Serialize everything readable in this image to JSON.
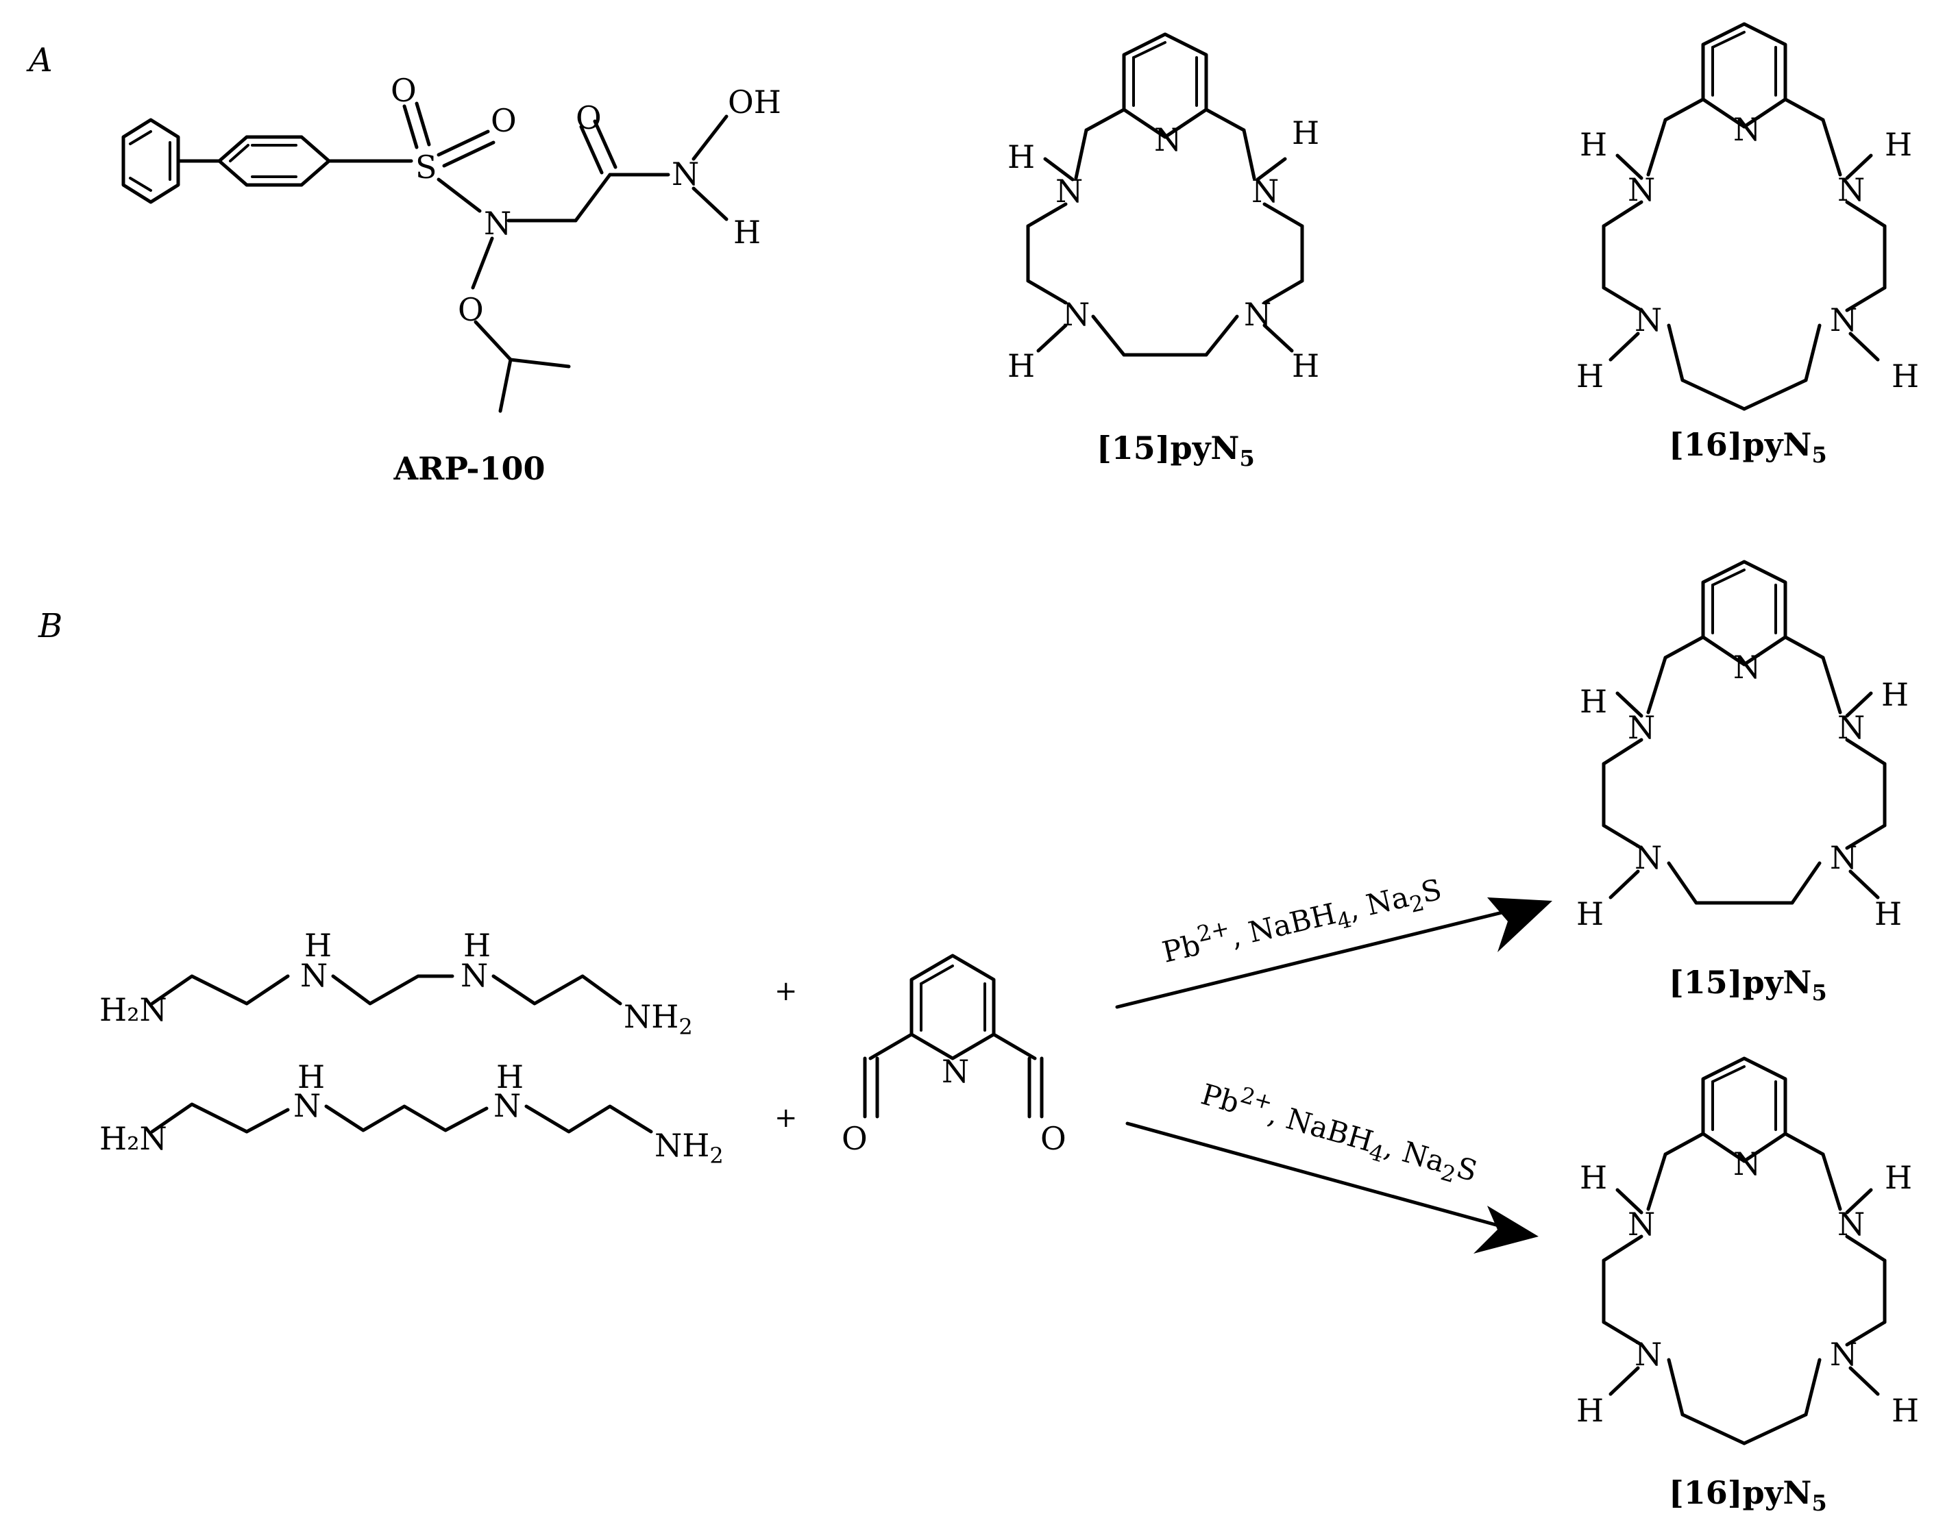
{
  "panels": {
    "a": "A",
    "b": "B"
  },
  "compounds": {
    "arp100": {
      "caption": "ARP-100",
      "atoms": {
        "o1": "O",
        "o2": "O",
        "s": "S",
        "n": "N",
        "o3": "O",
        "o4": "O",
        "n2": "N",
        "oh": "OH",
        "h": "H"
      }
    },
    "c15": {
      "caption_main": "[15]pyN",
      "caption_sub": "5"
    },
    "c16": {
      "caption_main": "[16]pyN",
      "caption_sub": "5"
    }
  },
  "atoms": {
    "N": "N",
    "H": "H",
    "O": "O",
    "H2N": "H₂N",
    "NH": "NH",
    "sub2": "2"
  },
  "scheme": {
    "plus": "+",
    "reagents": {
      "pb": "Pb",
      "pb_charge": "2+",
      "sep1": ", NaBH",
      "bh_sub": "4",
      "sep2": ", Na",
      "na_sub": "2",
      "s": "S"
    }
  }
}
